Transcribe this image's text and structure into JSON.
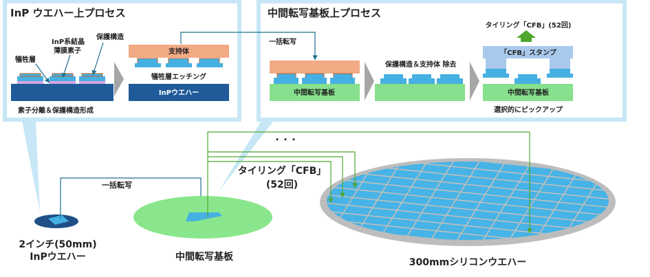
{
  "panel_inp": {
    "title": "InP ウエハー上プロセス",
    "label_sacrificial": "犠牲層",
    "label_crystal_1": "InP系結晶",
    "label_crystal_2": "薄膜素子",
    "label_protect": "保護構造",
    "caption_step1": "素子分離＆保護構造形成",
    "support": "支持体",
    "etching": "犠牲層エッチング",
    "wafer": "InPウエハー"
  },
  "panel_inter": {
    "title": "中間転写基板上プロセス",
    "bulk_transfer": "一括転写",
    "substrate": "中間転写基板",
    "remove": "保護構造＆支持体 除去",
    "tiling": "タイリング「CFB」(52回)",
    "stamp": "「CFB」スタンプ",
    "pickup": "選択的にピックアップ"
  },
  "bottom": {
    "bulk_transfer": "一括転写",
    "ellipsis": "・・・",
    "tiling_1": "タイリング「CFB」",
    "tiling_2": "(52回)",
    "inp_wafer_1": "2インチ(50mm)",
    "inp_wafer_2": "InPウエハー",
    "inter_substrate": "中間転写基板",
    "si_wafer": "300mmシリコンウエハー"
  },
  "colors": {
    "panel_border": "#c7e7f6",
    "inp_wafer": "#1f5b99",
    "device": "#45b0e2",
    "support": "#f2aa85",
    "substrate": "#86e08d",
    "stamp": "#a9c9ec",
    "arrow_gray": "#a6a6a6",
    "green_arrow": "#4ea72e"
  }
}
